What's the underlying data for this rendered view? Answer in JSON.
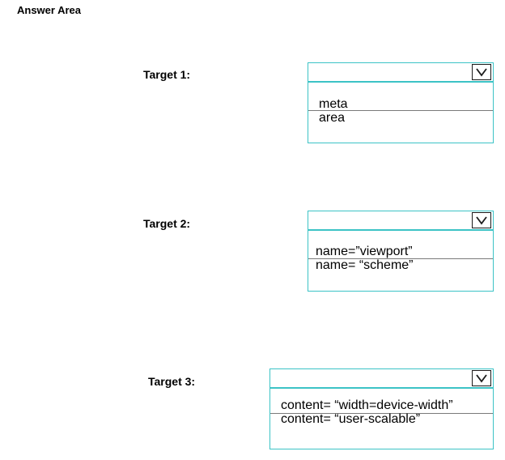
{
  "header": {
    "title": "Answer Area"
  },
  "targets": [
    {
      "label": "Target 1:",
      "options": [
        "meta",
        "area"
      ]
    },
    {
      "label": "Target 2:",
      "options": [
        "name=”viewport”",
        "name= “scheme”"
      ]
    },
    {
      "label": "Target 3:",
      "options": [
        "content= “width=device-width”",
        "content= “user-scalable”"
      ]
    }
  ],
  "icons": {
    "dropdown_toggle": "chevron-down-icon"
  },
  "colors": {
    "box_border": "#3cc3c6",
    "text": "#000000",
    "divider": "#7a7a7a"
  }
}
